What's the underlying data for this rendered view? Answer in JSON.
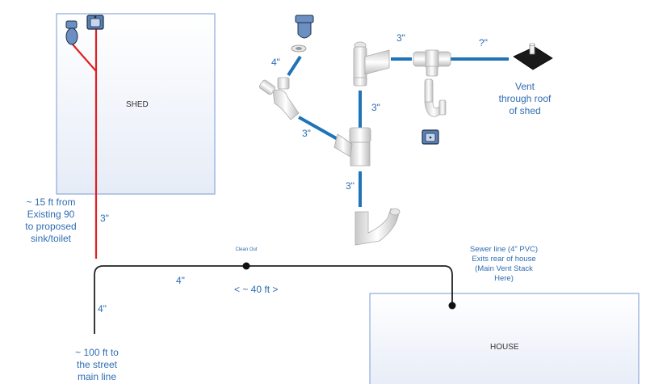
{
  "shed": {
    "label": "SHED"
  },
  "house": {
    "label": "HOUSE"
  },
  "red_line": {
    "size_label": "3\"",
    "note_lines": [
      "~ 15 ft from",
      "Existing 90",
      "to proposed",
      "sink/toilet"
    ]
  },
  "main_line": {
    "clean_out_label": "Clean Out",
    "size_label_top": "4\"",
    "length_label": "< ~ 40 ft >",
    "size_label_side": "4\"",
    "street_note_lines": [
      "~ 100 ft to",
      "the street",
      "main line"
    ],
    "sewer_note_lines": [
      "Sewer line (4\" PVC)",
      "Exits rear of house",
      "(Main Vent Stack",
      "Here)"
    ]
  },
  "detail": {
    "toilet_branch_size": "4\"",
    "sink_branch_size": "3\"",
    "vertical_upper_size": "3\"",
    "vertical_lower_size": "3\"",
    "tee_branch_size": "3\"",
    "vent_size": "?\"",
    "vent_note_lines": [
      "Vent",
      "through roof",
      "of shed"
    ]
  },
  "colors": {
    "shed_border": "#8ea9d8",
    "house_border": "#8ea9d8",
    "red_pipe": "#e02020",
    "main_pipe": "#222222",
    "blue_pipe": "#1f73b7",
    "label_blue": "#2e6db3"
  }
}
